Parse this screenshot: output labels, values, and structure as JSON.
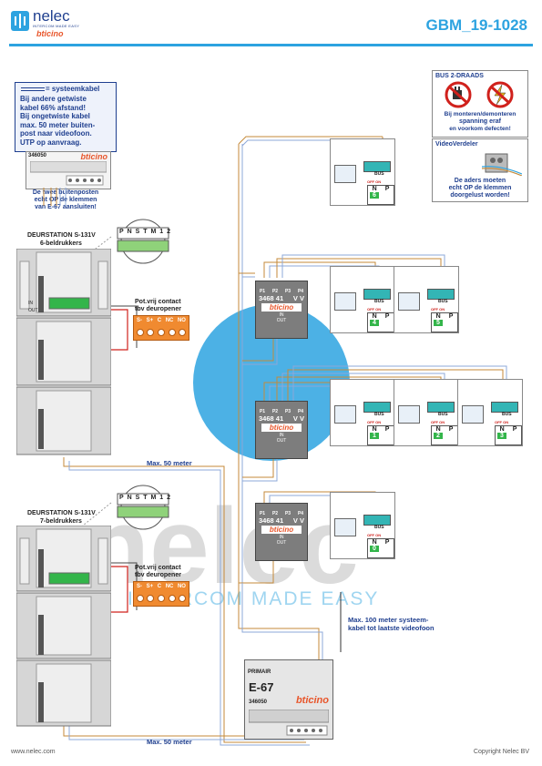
{
  "header": {
    "logo_name": "nelec",
    "logo_tagline": "INTERCOM MADE EASY",
    "logo_brand": "bticino",
    "document_code": "GBM_19-1028"
  },
  "legend": {
    "title": "= systeemkabel",
    "lines": [
      "Bij andere getwiste",
      "kabel 66% afstand!",
      "Bij ongetwiste kabel",
      "max. 50 meter buiten-",
      "post naar videofoon.",
      "UTP op aanvraag."
    ]
  },
  "top_module": {
    "brand": "bticino",
    "model": "346050",
    "note": [
      "De twee buitenposten",
      "echt OP de klemmen",
      "van E-67 aansluiten!"
    ]
  },
  "bus_box": {
    "title": "BUS 2-DRAADS",
    "warning": [
      "Bij monteren/demonteren",
      "spanning eraf",
      "en voorkom defecten!"
    ]
  },
  "videoverdeler_box": {
    "title": "VideoVerdeler",
    "note": [
      "De aders moeten",
      "echt OP de klemmen",
      "doorgelust worden!"
    ]
  },
  "stations": [
    {
      "title": "DEURSTATION S-131V",
      "subtitle": "6-beldrukkers"
    },
    {
      "title": "DEURSTATION S-131V",
      "subtitle": "7-beldrukkers"
    }
  ],
  "terminal_zoom": {
    "labels": [
      "P",
      "N",
      "S",
      "T",
      "M",
      "1",
      "2"
    ]
  },
  "contact": {
    "title": "Pot.vrij contact",
    "subtitle": "tbv deuropener",
    "terminals": [
      "S-",
      "S+",
      "C",
      "NC",
      "NO"
    ]
  },
  "distributor": {
    "ports": [
      "P1",
      "P2",
      "P3",
      "P4"
    ],
    "model": "3468 41",
    "vv": "V V",
    "brand": "bticino",
    "in_label": "IN",
    "out_label": "OUT"
  },
  "videophones": [
    {
      "number": "6"
    },
    {
      "number": "4"
    },
    {
      "number": "5"
    },
    {
      "number": "1"
    },
    {
      "number": "2"
    },
    {
      "number": "3"
    },
    {
      "number": "0"
    }
  ],
  "videophone_labels": {
    "bus": "BUS",
    "n": "N",
    "p": "P",
    "off_on": "OFF ON"
  },
  "power_supply": {
    "primary": "PRIMAIR",
    "model": "E-67",
    "code": "346050",
    "brand": "bticino"
  },
  "cable_notes": {
    "max50_a": "Max. 50 meter",
    "max50_b": "Max. 50 meter",
    "max100": [
      "Max. 100 meter systeem-",
      "kabel tot laatste videofoon"
    ]
  },
  "watermark": {
    "brand": "nelec",
    "tagline": "INTERCOM MADE EASY"
  },
  "footer": {
    "website": "www.nelec.com",
    "copyright": "Copyright Nelec BV"
  },
  "colors": {
    "brand_blue": "#1f3f8f",
    "accent_cyan": "#2da3e0",
    "bticino_orange": "#e8552a",
    "terminal_green": "#33b54a"
  }
}
